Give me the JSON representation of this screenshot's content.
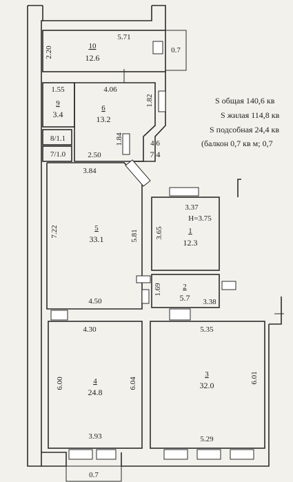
{
  "rooms": [
    {
      "id": "10",
      "number": "10",
      "area": "12.6"
    },
    {
      "id": "9",
      "number": "9",
      "area": "3.4"
    },
    {
      "id": "8",
      "label": "8/1.1"
    },
    {
      "id": "7",
      "label": "7/1.0"
    },
    {
      "id": "6",
      "number": "6",
      "area": "13.2"
    },
    {
      "id": "5",
      "number": "5",
      "area": "33.1"
    },
    {
      "id": "1",
      "number": "1",
      "area": "12.3",
      "height": "H=3.75"
    },
    {
      "id": "2",
      "number": "2",
      "area": "5.7"
    },
    {
      "id": "4",
      "number": "4",
      "area": "24.8"
    },
    {
      "id": "3",
      "number": "3",
      "area": "32.0"
    },
    {
      "id": "corridor",
      "area": "7.4"
    }
  ],
  "dimensions": {
    "r10_top": "5.71",
    "r10_side": "2.20",
    "balcony_top": "0.7",
    "r9_top": "1.55",
    "r6_top": "4.06",
    "r6_right": "1.82",
    "r6_inner": "1.84",
    "r6_bottom": "2.50",
    "corridor_width": "4.6",
    "r5_top": "3.84",
    "r5_left": "7.22",
    "r5_right": "5.81",
    "r5_bottom": "4.50",
    "r1_top": "3.37",
    "r1_left": "3.65",
    "r2_left": "1.69",
    "r2_bottom": "3.38",
    "r4_top": "4.30",
    "r4_left": "6.00",
    "r4_right": "6.04",
    "r4_bottom": "3.93",
    "r3_top": "5.35",
    "r3_right": "6.01",
    "r3_bottom": "5.29",
    "balcony_bottom": "0.7"
  },
  "summary": {
    "total": "S общая 140,6 кв",
    "living": "S жилая 114,8 кв",
    "auxiliary": "S подсобная 24,4 кв",
    "balcony": "(балкон 0,7 кв м; 0,7"
  }
}
